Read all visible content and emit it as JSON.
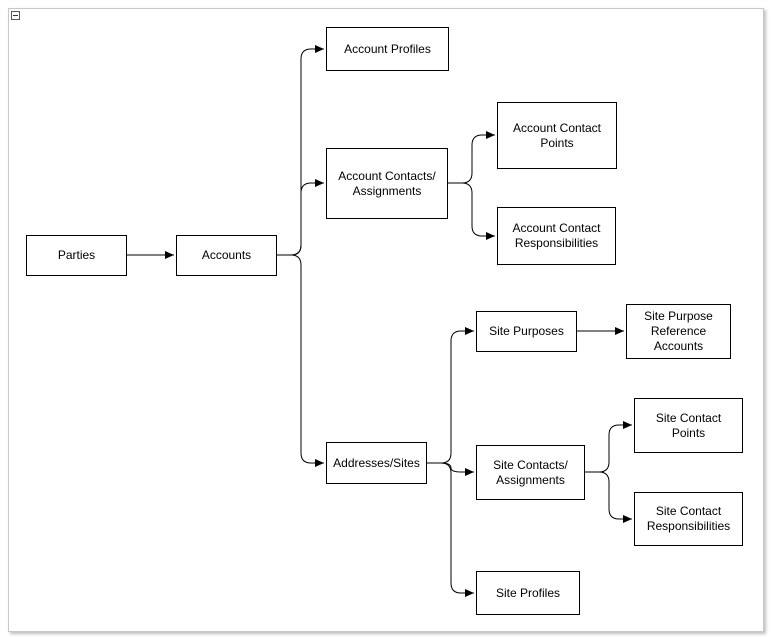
{
  "nodes": {
    "parties": "Parties",
    "accounts": "Accounts",
    "account_profiles": "Account Profiles",
    "account_contacts": "Account Contacts/\nAssignments",
    "account_contact_points": "Account Contact\nPoints",
    "account_contact_responsibilities": "Account Contact\nResponsibilities",
    "addresses_sites": "Addresses/Sites",
    "site_purposes": "Site Purposes",
    "site_purpose_reference_accounts": "Site Purpose\nReference\nAccounts",
    "site_contacts": "Site Contacts/\nAssignments",
    "site_contact_points": "Site Contact Points",
    "site_contact_responsibilities": "Site Contact\nResponsibilities",
    "site_profiles": "Site Profiles"
  },
  "colors": {
    "stroke": "#000000",
    "background": "#ffffff",
    "frame": "#c8c8c8"
  },
  "icons": {
    "collapse": "collapse-minus-icon"
  }
}
